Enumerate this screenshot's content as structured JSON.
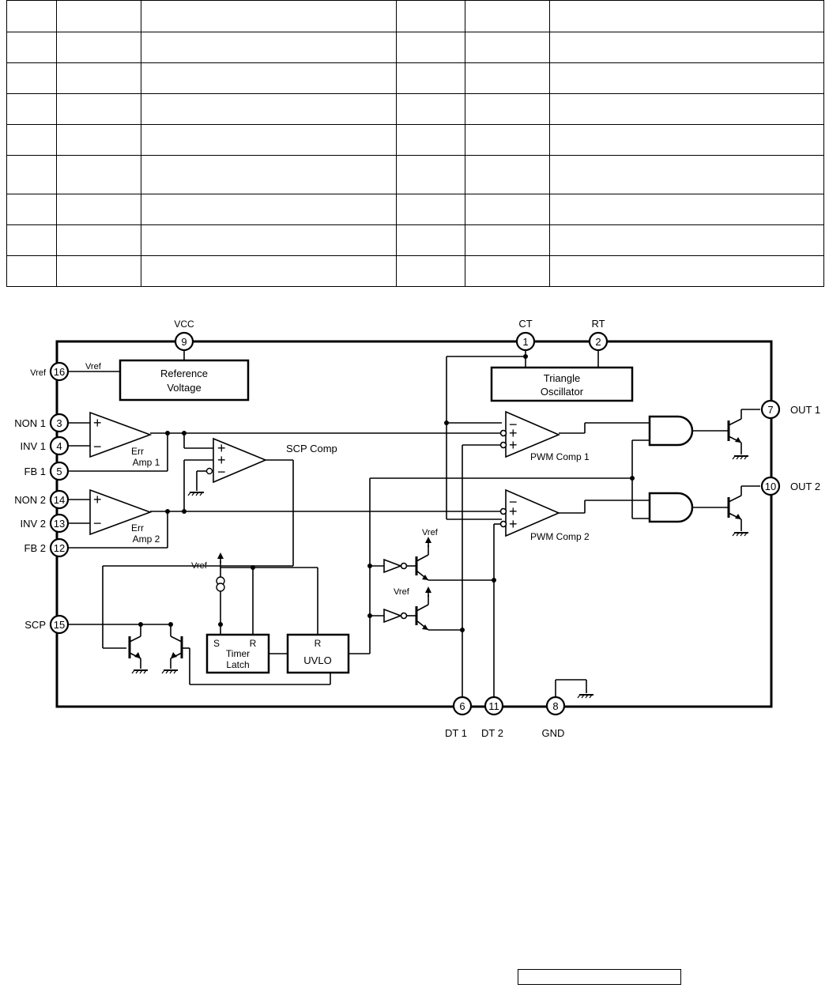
{
  "table": {
    "rows": [
      [
        "",
        "",
        "",
        "",
        "",
        ""
      ],
      [
        "",
        "",
        "",
        "",
        "",
        ""
      ],
      [
        "",
        "",
        "",
        "",
        "",
        ""
      ],
      [
        "",
        "",
        "",
        "",
        "",
        ""
      ],
      [
        "",
        "",
        "",
        "",
        "",
        ""
      ],
      [
        "",
        "",
        "",
        "",
        "",
        ""
      ],
      [
        "",
        "",
        "",
        "",
        "",
        ""
      ],
      [
        "",
        "",
        "",
        "",
        "",
        ""
      ],
      [
        "",
        "",
        "",
        "",
        "",
        ""
      ]
    ]
  },
  "diagram": {
    "pins": {
      "p1": "1",
      "p2": "2",
      "p3": "3",
      "p4": "4",
      "p5": "5",
      "p6": "6",
      "p7": "7",
      "p8": "8",
      "p9": "9",
      "p10": "10",
      "p11": "11",
      "p12": "12",
      "p13": "13",
      "p14": "14",
      "p15": "15",
      "p16": "16"
    },
    "labels": {
      "vcc": "VCC",
      "ct": "CT",
      "rt": "RT",
      "vref": "Vref",
      "non1": "NON 1",
      "inv1": "INV 1",
      "fb1": "FB 1",
      "non2": "NON 2",
      "inv2": "INV 2",
      "fb2": "FB 2",
      "scp": "SCP",
      "out1": "OUT 1",
      "out2": "OUT 2",
      "dt1": "DT 1",
      "dt2": "DT 2",
      "gnd": "GND"
    },
    "blocks": {
      "reference_voltage": [
        "Reference",
        "Voltage"
      ],
      "triangle_oscillator": [
        "Triangle",
        "Oscillator"
      ],
      "timer_latch": [
        "S",
        "R",
        "Timer",
        "Latch"
      ],
      "uvlo": [
        "R",
        "UVLO"
      ],
      "err_amp_1": [
        "Err",
        "Amp 1"
      ],
      "err_amp_2": [
        "Err",
        "Amp 2"
      ],
      "scp_comp": "SCP Comp",
      "pwm_comp_1": "PWM Comp 1",
      "pwm_comp_2": "PWM Comp 2",
      "vref_tr1": "Vref",
      "vref_tr2": "Vref",
      "vref_latch": "Vref"
    }
  }
}
